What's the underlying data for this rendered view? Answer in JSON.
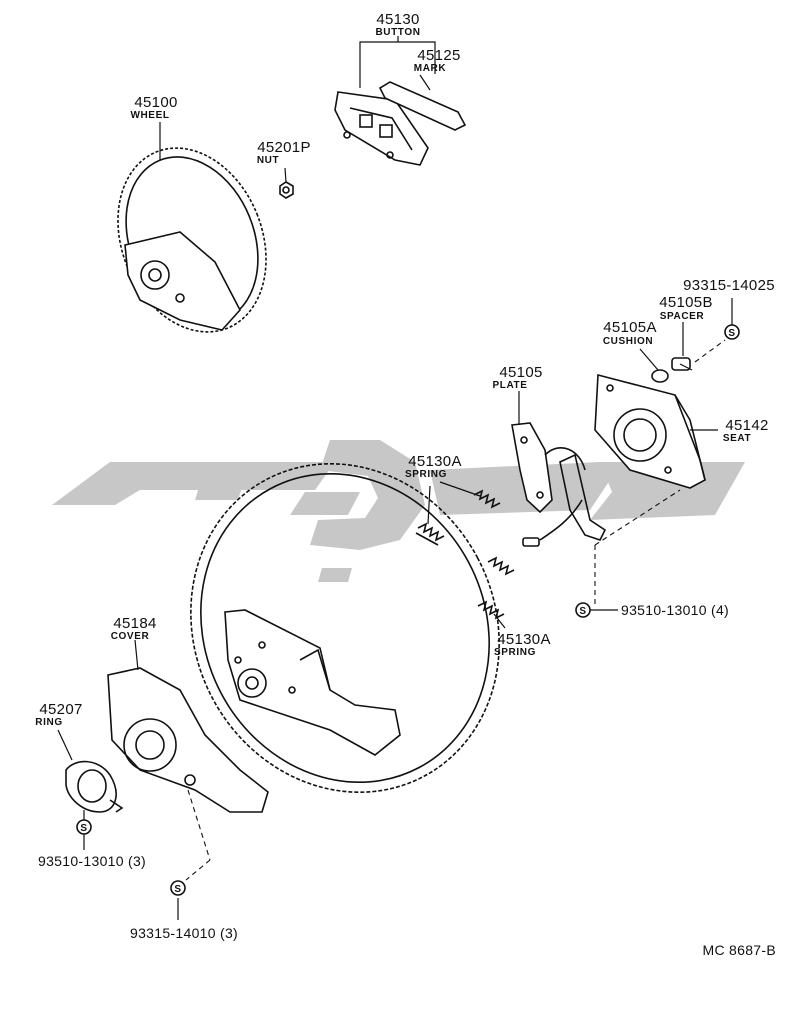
{
  "diagram": {
    "drawing_code": "MC 8687-B",
    "watermark": "brand-watermark",
    "symbol": "S",
    "parts": [
      {
        "number": "45130",
        "name": "BUTTON"
      },
      {
        "number": "45125",
        "name": "MARK"
      },
      {
        "number": "45100",
        "name": "WHEEL"
      },
      {
        "number": "45201P",
        "name": "NUT"
      },
      {
        "number": "93315-14025",
        "name": ""
      },
      {
        "number": "45105B",
        "name": "SPACER"
      },
      {
        "number": "45105A",
        "name": "CUSHION"
      },
      {
        "number": "45105",
        "name": "PLATE"
      },
      {
        "number": "45142",
        "name": "SEAT"
      },
      {
        "number": "45130A",
        "name": "SPRING"
      },
      {
        "number": "45130A",
        "name": "SPRING"
      },
      {
        "number": "45184",
        "name": "COVER"
      },
      {
        "number": "45207",
        "name": "RING"
      }
    ],
    "fasteners": [
      {
        "label": "93510-13010 (4)"
      },
      {
        "label": "93510-13010 (3)"
      },
      {
        "label": "93315-14010 (3)"
      }
    ]
  }
}
